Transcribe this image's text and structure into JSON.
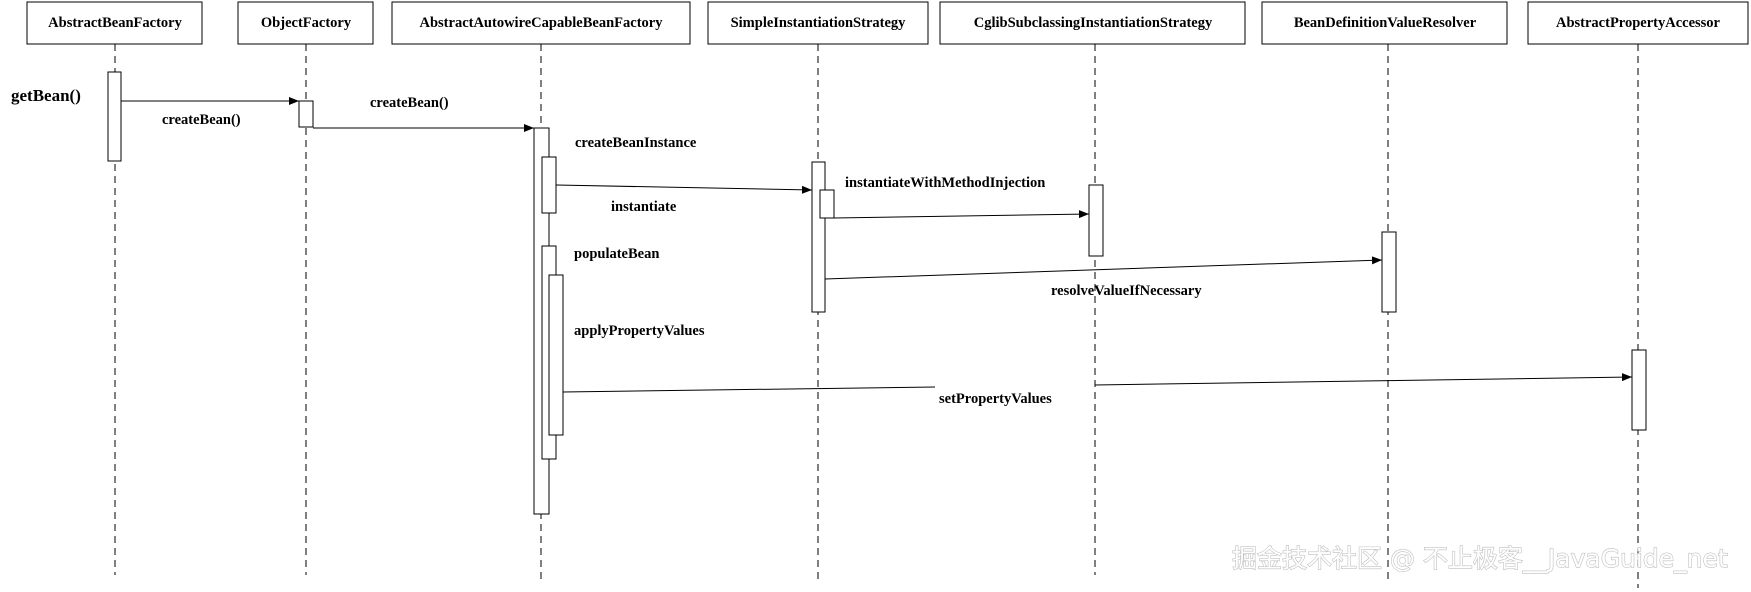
{
  "participants": [
    {
      "id": "abf",
      "name": "AbstractBeanFactory"
    },
    {
      "id": "of",
      "name": "ObjectFactory"
    },
    {
      "id": "aacbf",
      "name": "AbstractAutowireCapableBeanFactory"
    },
    {
      "id": "sis",
      "name": "SimpleInstantiationStrategy"
    },
    {
      "id": "csis",
      "name": "CglibSubclassingInstantiationStrategy"
    },
    {
      "id": "bdvr",
      "name": "BeanDefinitionValueResolver"
    },
    {
      "id": "apa",
      "name": "AbstractPropertyAccessor"
    }
  ],
  "entry_call": "getBean()",
  "messages": [
    {
      "id": "m1",
      "label": "createBean()",
      "from": "abf",
      "to": "of"
    },
    {
      "id": "m2",
      "label": "createBean()",
      "from": "of",
      "to": "aacbf"
    },
    {
      "id": "m3",
      "label": "createBeanInstance",
      "self": "aacbf"
    },
    {
      "id": "m4",
      "label": "instantiate",
      "from": "aacbf",
      "to": "sis"
    },
    {
      "id": "m5",
      "label": "instantiateWithMethodInjection",
      "from": "sis",
      "to": "csis"
    },
    {
      "id": "m6",
      "label": "populateBean",
      "self": "aacbf"
    },
    {
      "id": "m7",
      "label": "resolveValueIfNecessary",
      "from": "sis",
      "to": "bdvr"
    },
    {
      "id": "m8",
      "label": "applyPropertyValues",
      "self": "aacbf"
    },
    {
      "id": "m9",
      "label": "setPropertyValues",
      "from": "aacbf",
      "to": "apa"
    }
  ],
  "watermark": "掘金技术社区 @ 不止极客__JavaGuide_net",
  "colors": {
    "line": "#000000",
    "background": "#ffffff",
    "watermark_outline": "#bfbfbf"
  }
}
